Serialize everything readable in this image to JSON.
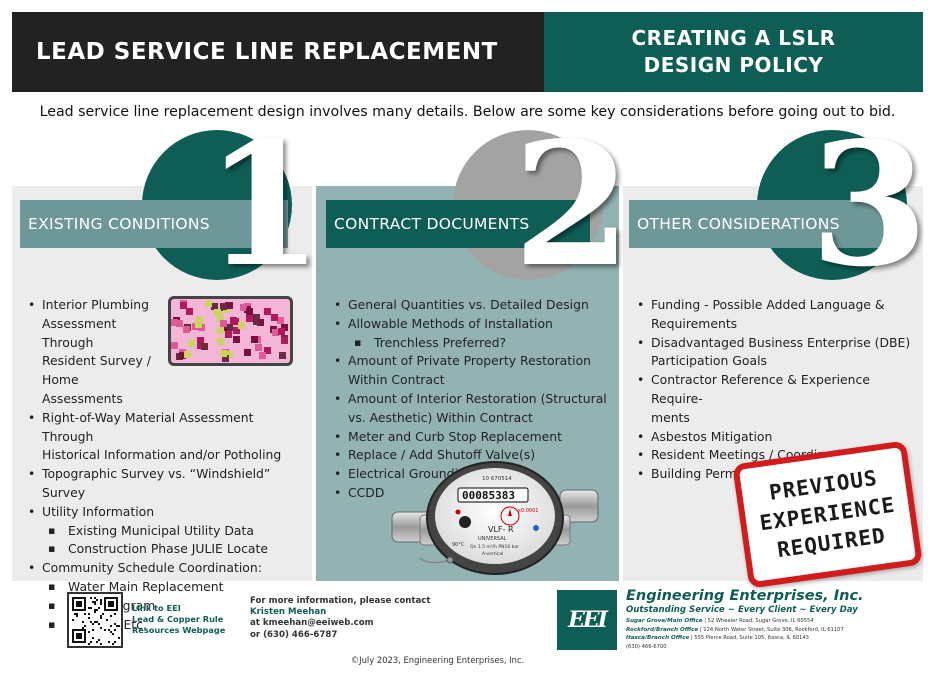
{
  "header": {
    "title": "LEAD SERVICE LINE REPLACEMENT",
    "subtitle_line1": "CREATING A LSLR",
    "subtitle_line2": "DESIGN POLICY"
  },
  "intro": "Lead service line replacement design involves many details. Below are some key considerations before going out to bid.",
  "sections": [
    {
      "number": "1",
      "title": "EXISTING CONDITIONS",
      "items": [
        {
          "text": "Interior Plumbing",
          "level": 0
        },
        {
          "text": "Assessment Through",
          "level": 0,
          "cont": true
        },
        {
          "text": "Resident Survey /",
          "level": 0,
          "cont": true
        },
        {
          "text": "Home Assessments",
          "level": 0,
          "cont": true
        },
        {
          "text": "Right-of-Way Material Assessment Through",
          "level": 0
        },
        {
          "text": "Historical Information and/or Potholing",
          "level": 0,
          "cont": true
        },
        {
          "text": "Topographic Survey vs. “Windshield” Survey",
          "level": 0
        },
        {
          "text": "Utility Information",
          "level": 0
        },
        {
          "text": "Existing Municipal Utility Data",
          "level": 1
        },
        {
          "text": "Construction Phase JULIE Locate",
          "level": 1
        },
        {
          "text": "Community Schedule Coordination:",
          "level": 0
        },
        {
          "text": "Water Main Replacement",
          "level": 1
        },
        {
          "text": "Road Program",
          "level": 1
        },
        {
          "text": "Schools, Etc.",
          "level": 1
        }
      ]
    },
    {
      "number": "2",
      "title": "CONTRACT DOCUMENTS",
      "items": [
        {
          "text": "General Quantities vs. Detailed Design",
          "level": 0
        },
        {
          "text": "Allowable Methods of Installation",
          "level": 0
        },
        {
          "text": "Trenchless Preferred?",
          "level": 1
        },
        {
          "text": "Amount of Private Property Restoration",
          "level": 0
        },
        {
          "text": "Within Contract",
          "level": 0,
          "cont": true
        },
        {
          "text": "Amount of Interior Restoration (Structural",
          "level": 0
        },
        {
          "text": "vs. Aesthetic) Within Contract",
          "level": 0,
          "cont": true
        },
        {
          "text": "Meter and Curb Stop Replacement",
          "level": 0
        },
        {
          "text": "Replace / Add Shutoff Valve(s)",
          "level": 0
        },
        {
          "text": "Electrical Grounding",
          "level": 0
        },
        {
          "text": "CCDD",
          "level": 0
        }
      ]
    },
    {
      "number": "3",
      "title": "OTHER CONSIDERATIONS",
      "items": [
        {
          "text": "Funding - Possible Added Language &",
          "level": 0
        },
        {
          "text": "Requirements",
          "level": 0,
          "cont": true
        },
        {
          "text": "Disadvantaged Business Enterprise (DBE)",
          "level": 0
        },
        {
          "text": "Participation Goals",
          "level": 0,
          "cont": true
        },
        {
          "text": "Contractor Reference & Experience Require-",
          "level": 0
        },
        {
          "text": "ments",
          "level": 0,
          "cont": true
        },
        {
          "text": "Asbestos Mitigation",
          "level": 0
        },
        {
          "text": "Resident Meetings / Coordination",
          "level": 0
        },
        {
          "text": "Building Permits",
          "level": 0
        }
      ]
    }
  ],
  "meter": {
    "reading": "00085383",
    "model": "VLF- R",
    "serial": "10 670514",
    "label_universal": "UNIVERSAL",
    "label_spec": "Qn 1.5 m³/h PN16 bar",
    "label_orient": "A-vertical",
    "label_temp": "90°C",
    "label_factor": "x0.0001"
  },
  "stamp": {
    "line1": "PREVIOUS",
    "line2": "EXPERIENCE",
    "line3": "REQUIRED",
    "color": "#d21c1c"
  },
  "footer": {
    "qr_caption": [
      "Link to EEI",
      "Lead & Copper Rule",
      "Resources Webpage"
    ],
    "contact_intro": "For more information, please contact",
    "contact_name": "Kristen Meehan",
    "contact_email": "at kmeehan@eeiweb.com",
    "contact_phone": "or (630) 466-6787",
    "copyright": "©July 2023, Engineering Enterprises, Inc.",
    "logo_text": "EEI",
    "company_name": "Engineering Enterprises, Inc.",
    "tagline": "Outstanding Service ~ Every Client ~ Every Day",
    "offices": [
      {
        "name": "Sugar Grove/Main Office",
        "address": "52 Wheeler Road, Sugar Grove, IL 60554"
      },
      {
        "name": "Rockford/Branch Office",
        "address": "124 North Water Street, Suite 306, Rockford, IL 61107"
      },
      {
        "name": "Itasca/Branch Office",
        "address": "555 Pierce Road, Suite 105, Itasca, IL 60143"
      }
    ],
    "main_phone": "(630) 466-6700"
  },
  "colors": {
    "teal_dark": "#0f5e56",
    "teal_light": "#6e9898",
    "panel_mid": "#93b3b2",
    "panel_grey": "#ececec",
    "header_dark": "#222222"
  }
}
